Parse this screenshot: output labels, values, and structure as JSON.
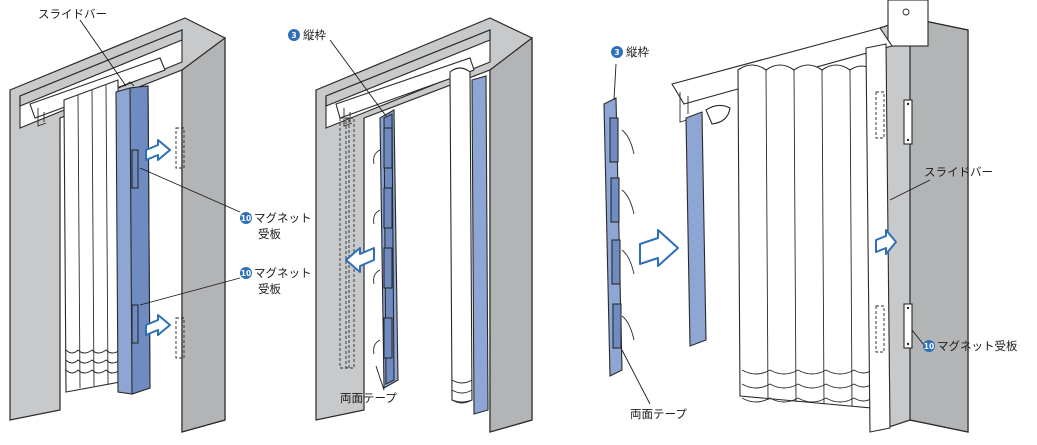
{
  "labels": {
    "slide_bar_1": "スライドバー",
    "magnet_1_text": "マグネット",
    "magnet_1_text2": "受板",
    "magnet_2_text": "マグネット",
    "magnet_2_text2": "受板",
    "frame_2": "縦枠",
    "tape_2": "両面テープ",
    "frame_3": "縦枠",
    "tape_3": "両面テープ",
    "slide_bar_3": "スライドバー",
    "magnet_3": "マグネット受板"
  },
  "numbers": {
    "frame": "3",
    "magnet": "10"
  },
  "colors": {
    "panel_blue": "#8ea6d3",
    "arrow_blue": "#2f6fb5",
    "wall_gray": "#c8c9cb",
    "number_circle": "#2f6fb5"
  }
}
